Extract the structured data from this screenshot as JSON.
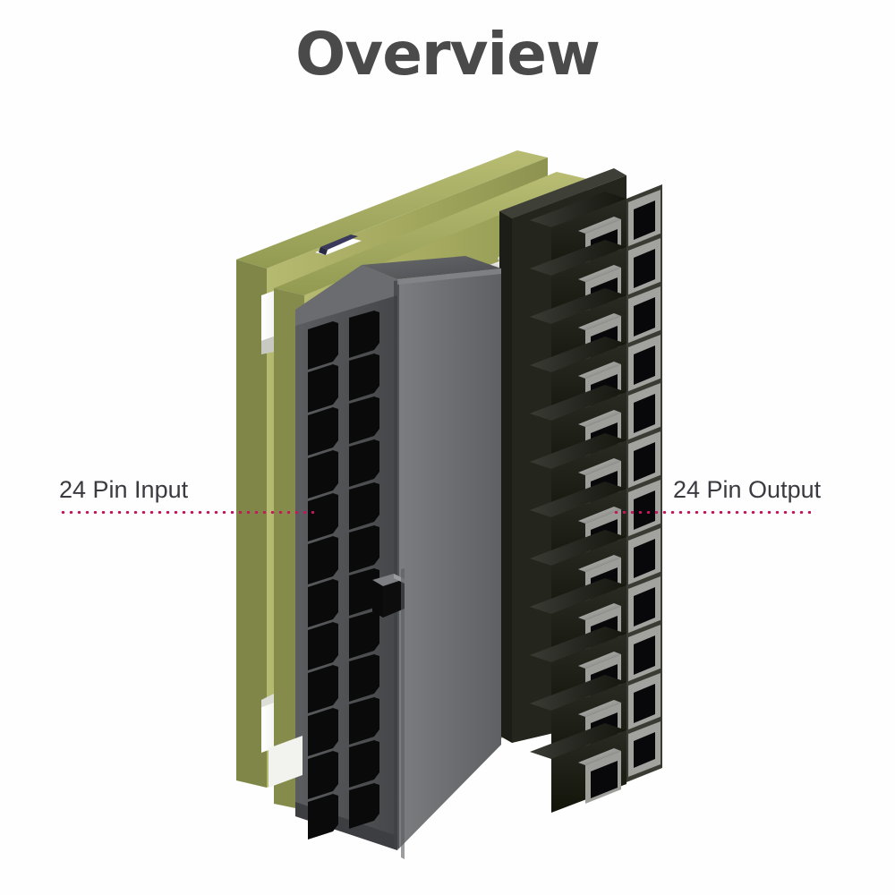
{
  "page": {
    "title": "Overview",
    "background_color": "#ffffff",
    "title_color": "#4a4a4a"
  },
  "callouts": [
    {
      "id": "input",
      "label": "24 Pin Input",
      "leader_line_color": "#c2185b",
      "leader_line_style": "dotted",
      "side": "left"
    },
    {
      "id": "output",
      "label": "24 Pin Output",
      "leader_line_color": "#c2185b",
      "leader_line_style": "dotted",
      "side": "right"
    }
  ],
  "product": {
    "name": "24-pin power connector adapter",
    "pin_count": 24,
    "pin_grid_rows": 12,
    "pin_grid_columns": 2,
    "colors": {
      "pcb_edge": "#a9ad63",
      "pcb_face_dark": "#2e3318",
      "pcb_top_light": "#9aa055",
      "housing_front": "#6e7073",
      "housing_side": "#4e5053",
      "housing_top": "#58595c",
      "hole_black": "#0a0a0a",
      "pin_metal": "#f2f2f0",
      "pin_metal_shade": "#b8b8b4",
      "tube_black": "#14150f",
      "tube_rim": "#9a9a9a",
      "spacer_white": "#efefef",
      "smd_component": "#3b3a5c"
    }
  }
}
